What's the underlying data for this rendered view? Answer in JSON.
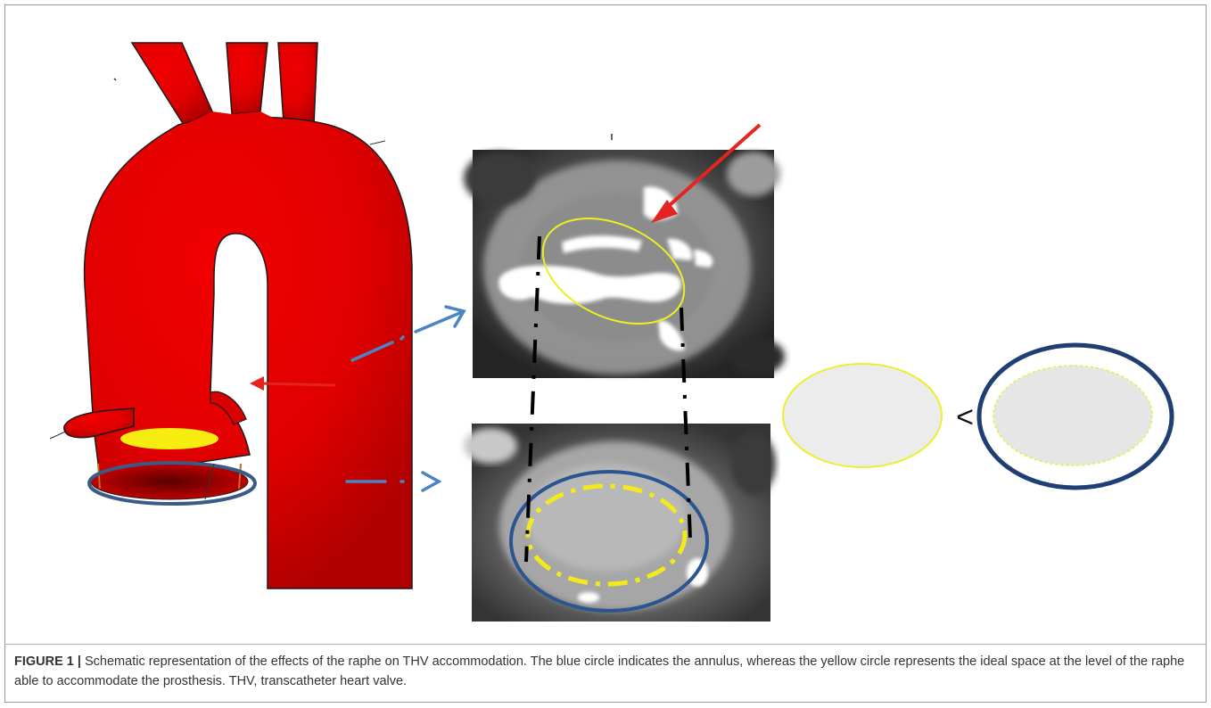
{
  "figure": {
    "label": "FIGURE 1 |",
    "caption": " Schematic representation of the effects of the raphe on THV accommodation. The blue circle indicates the annulus, whereas the yellow circle represents the ideal space at the level of the raphe able to accommodate the prosthesis. THV, transcatheter heart valve.",
    "comparison_symbol": "<"
  },
  "colors": {
    "aorta": "#e20000",
    "annulus_blue": "#1f3f74",
    "raphe_yellow": "#f2ea1a",
    "arrow_red": "#e3241f",
    "arrow_blue": "#4a84c4",
    "ellipse_fill": "#ececec"
  },
  "icons": {
    "aorta_schematic": "aorta-illustration",
    "ct_upper": "ct-scan-raphe-level",
    "ct_lower": "ct-scan-annulus-level"
  }
}
